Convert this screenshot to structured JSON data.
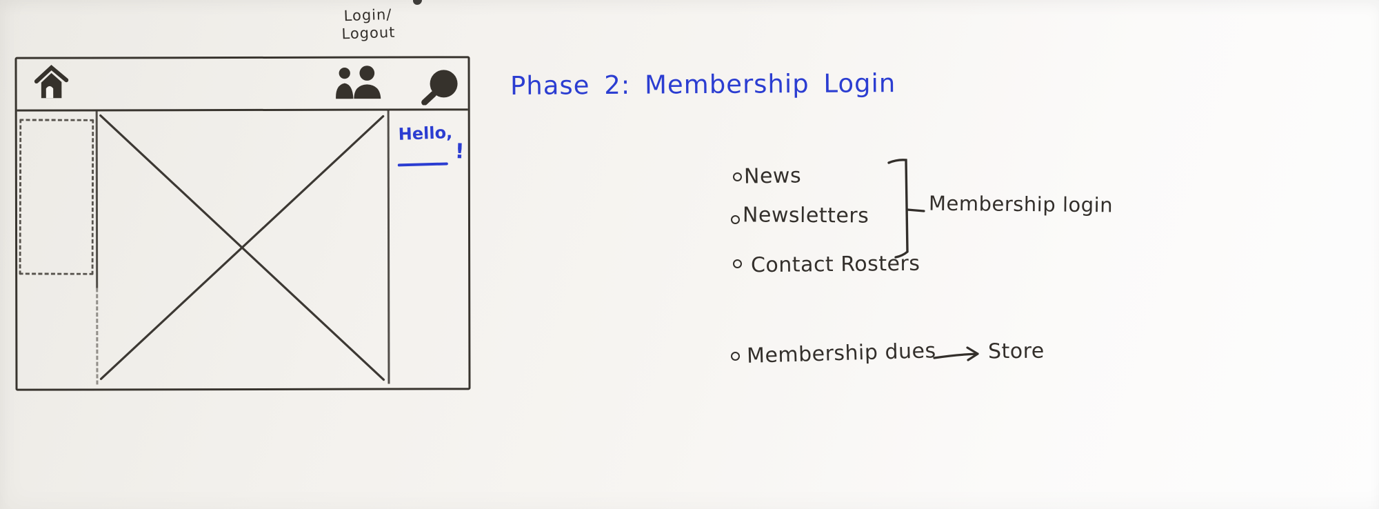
{
  "colors": {
    "paper": "#f5f3ef",
    "ink": "#332f2b",
    "blue_ink": "#2b3dd1"
  },
  "wireframe": {
    "toolbar": {
      "icons": [
        {
          "name": "home-icon"
        },
        {
          "name": "users-icon"
        },
        {
          "name": "search-icon"
        }
      ]
    },
    "greeting": {
      "text": "Hello,",
      "exclamation": "!"
    }
  },
  "annotations": {
    "login_button_note": [
      "Login/",
      "Logout"
    ],
    "phase_title": "Phase 2: Membership Login",
    "member_features": [
      "News",
      "Newsletters",
      "Contact Rosters"
    ],
    "bracket_label": "Membership login",
    "dues_note": {
      "item": "Membership dues",
      "arrow_target": "Store"
    }
  }
}
